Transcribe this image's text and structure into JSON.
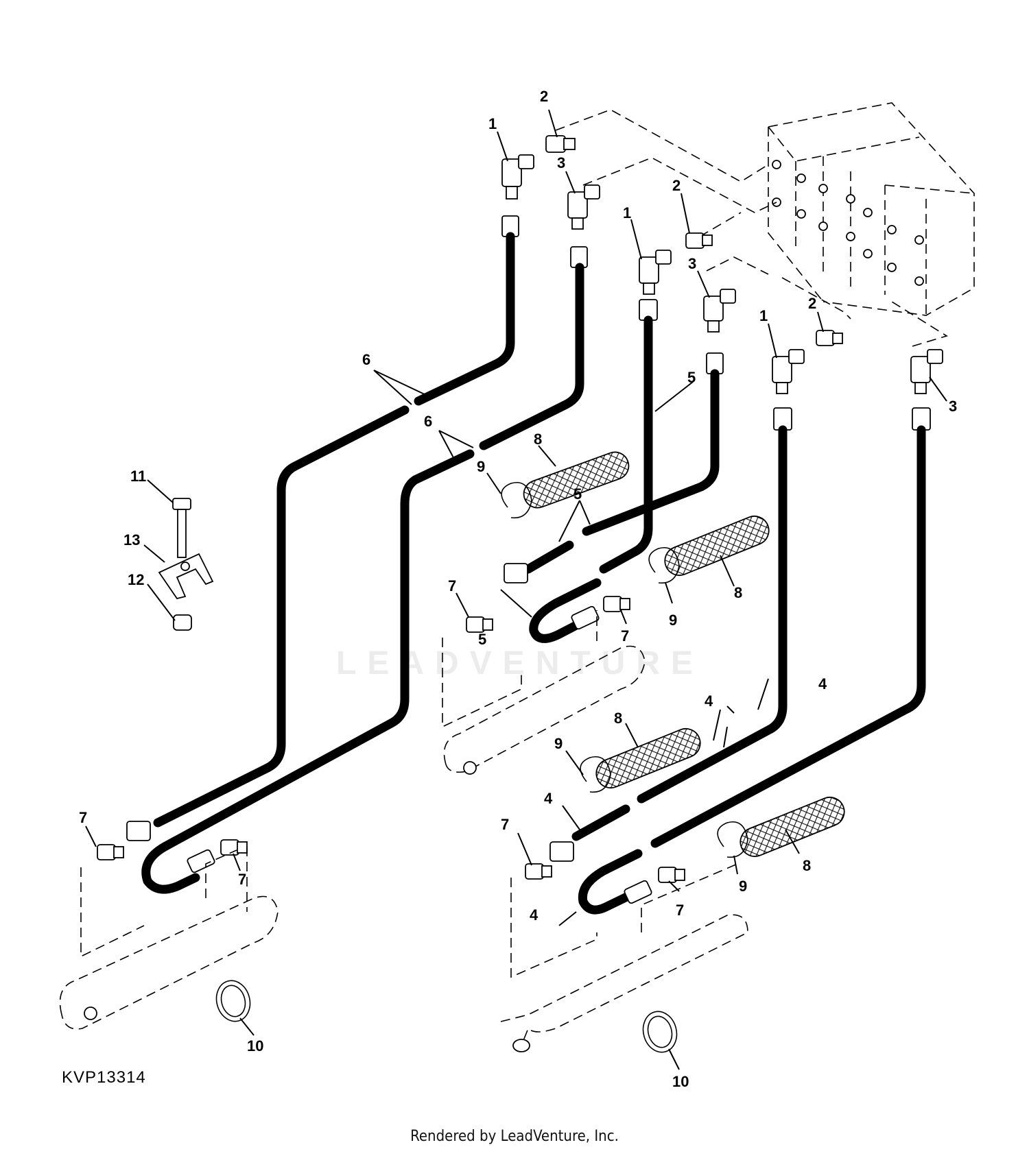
{
  "diagram": {
    "code": "KVP13314",
    "credit": "Rendered by LeadVenture, Inc.",
    "watermark": "LEADVENTURE"
  },
  "callouts": [
    "1",
    "2",
    "3",
    "4",
    "5",
    "6",
    "7",
    "8",
    "9",
    "10",
    "11",
    "12",
    "13"
  ]
}
